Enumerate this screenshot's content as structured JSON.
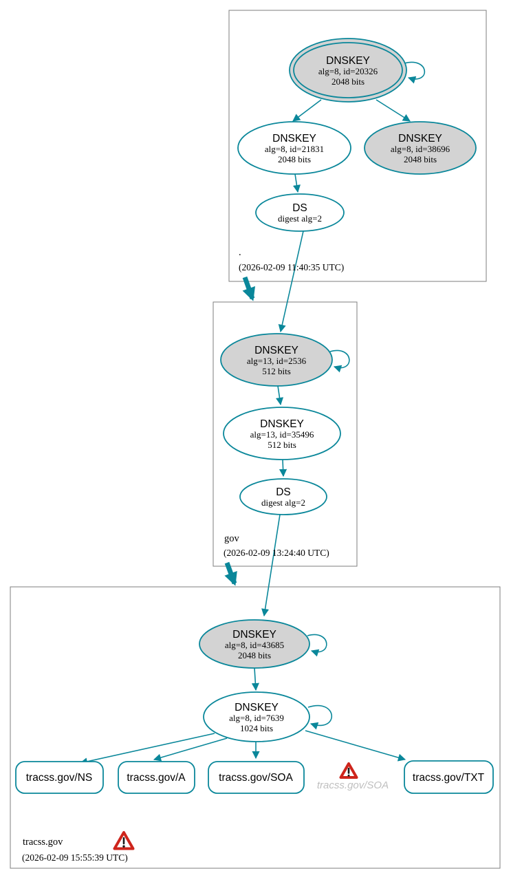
{
  "colors": {
    "edge_teal": "#0a879a",
    "node_fill_gray": "#d3d3d3",
    "node_fill_white": "#ffffff",
    "zone_box_border": "#7d7d7d",
    "warning_red": "#ce251c",
    "muted_label_gray": "#bfbfbf",
    "text_black": "#000000"
  },
  "zones": [
    {
      "label": ".",
      "timestamp": "(2026-02-09 11:40:35 UTC)",
      "nodes": {
        "ksk": {
          "title": "DNSKEY",
          "detail": "alg=8, id=20326",
          "bits": "2048 bits"
        },
        "zsk": {
          "title": "DNSKEY",
          "detail": "alg=8, id=21831",
          "bits": "2048 bits"
        },
        "dnskey3": {
          "title": "DNSKEY",
          "detail": "alg=8, id=38696",
          "bits": "2048 bits"
        },
        "ds": {
          "title": "DS",
          "detail": "digest alg=2"
        }
      }
    },
    {
      "label": "gov",
      "timestamp": "(2026-02-09 13:24:40 UTC)",
      "nodes": {
        "ksk": {
          "title": "DNSKEY",
          "detail": "alg=13, id=2536",
          "bits": "512 bits"
        },
        "zsk": {
          "title": "DNSKEY",
          "detail": "alg=13, id=35496",
          "bits": "512 bits"
        },
        "ds": {
          "title": "DS",
          "detail": "digest alg=2"
        }
      }
    },
    {
      "label": "tracss.gov",
      "timestamp": "(2026-02-09 15:55:39 UTC)",
      "has_warning": true,
      "nodes": {
        "ksk": {
          "title": "DNSKEY",
          "detail": "alg=8, id=43685",
          "bits": "2048 bits"
        },
        "zsk": {
          "title": "DNSKEY",
          "detail": "alg=8, id=7639",
          "bits": "1024 bits"
        }
      },
      "rrsets": [
        {
          "label": "tracss.gov/NS"
        },
        {
          "label": "tracss.gov/A"
        },
        {
          "label": "tracss.gov/SOA"
        },
        {
          "label": "tracss.gov/TXT"
        }
      ],
      "missing_rrset": {
        "label": "tracss.gov/SOA",
        "warning": true
      }
    }
  ]
}
